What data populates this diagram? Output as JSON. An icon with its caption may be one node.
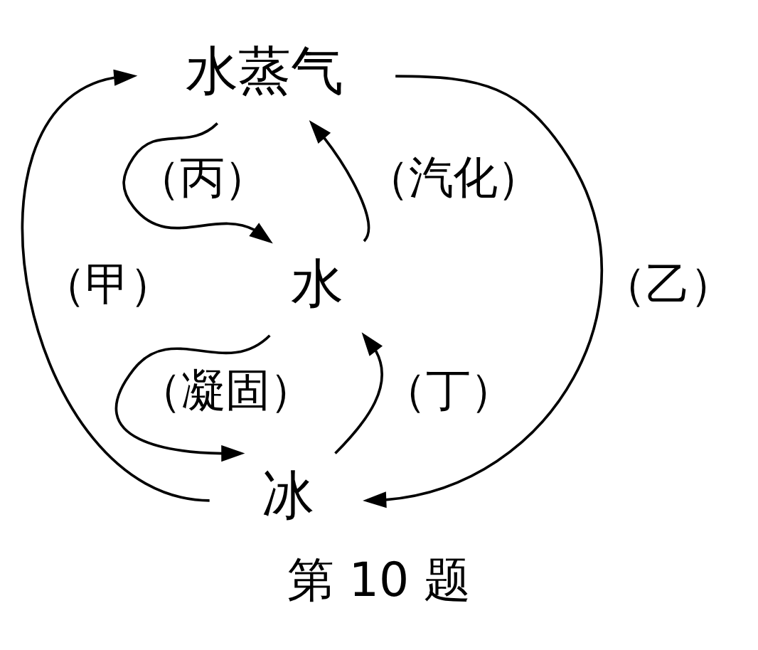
{
  "diagram": {
    "caption": "第 10 题",
    "nodes": [
      {
        "text": [
          "水蒸气"
        ]
      },
      {
        "text": [
          "水"
        ]
      },
      {
        "text": [
          "冰"
        ]
      }
    ],
    "edges": [
      {
        "from": 0,
        "to": 1,
        "arrow": "to",
        "label": "（丙）"
      },
      {
        "from": 1,
        "to": 0,
        "arrow": "to",
        "label": "（汽化）"
      },
      {
        "from": 1,
        "to": 2,
        "arrow": "to",
        "label": "（凝固）"
      },
      {
        "from": 2,
        "to": 1,
        "arrow": "to",
        "label": "（丁）"
      },
      {
        "from": 2,
        "to": 0,
        "arrow": "to",
        "label": "（甲）"
      },
      {
        "from": 0,
        "to": 2,
        "arrow": "to",
        "label": "（乙）"
      }
    ]
  }
}
